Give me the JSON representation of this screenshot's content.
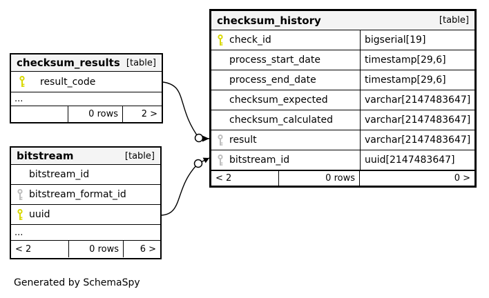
{
  "page": {
    "caption": "Generated by SchemaSpy"
  },
  "colors": {
    "primary_key": "#d8d800",
    "foreign_key": "#bdbdbd",
    "header_bg": "#f4f4f4",
    "border": "#000000",
    "background": "#ffffff"
  },
  "tables": [
    {
      "name": "checksum_results",
      "badge": "[table]",
      "columns": [
        {
          "name": "result_code",
          "key": "primary"
        }
      ],
      "truncated": "...",
      "footer": {
        "parents": "",
        "rows": "0 rows",
        "children": "2 >"
      }
    },
    {
      "name": "bitstream",
      "badge": "[table]",
      "columns": [
        {
          "name": "bitstream_id",
          "key": "none"
        },
        {
          "name": "bitstream_format_id",
          "key": "foreign"
        },
        {
          "name": "uuid",
          "key": "primary"
        }
      ],
      "truncated": "...",
      "footer": {
        "parents": "< 2",
        "rows": "0 rows",
        "children": "6 >"
      }
    },
    {
      "name": "checksum_history",
      "badge": "[table]",
      "columns": [
        {
          "name": "check_id",
          "type": "bigserial[19]",
          "key": "primary"
        },
        {
          "name": "process_start_date",
          "type": "timestamp[29,6]",
          "key": "none"
        },
        {
          "name": "process_end_date",
          "type": "timestamp[29,6]",
          "key": "none"
        },
        {
          "name": "checksum_expected",
          "type": "varchar[2147483647]",
          "key": "none"
        },
        {
          "name": "checksum_calculated",
          "type": "varchar[2147483647]",
          "key": "none"
        },
        {
          "name": "result",
          "type": "varchar[2147483647]",
          "key": "foreign"
        },
        {
          "name": "bitstream_id",
          "type": "uuid[2147483647]",
          "key": "foreign"
        }
      ],
      "footer": {
        "parents": "< 2",
        "rows": "0 rows",
        "children": "0 >"
      }
    }
  ],
  "relationships": [
    {
      "from": "checksum_results.result_code",
      "to": "checksum_history.result"
    },
    {
      "from": "bitstream.uuid",
      "to": "checksum_history.bitstream_id"
    }
  ]
}
